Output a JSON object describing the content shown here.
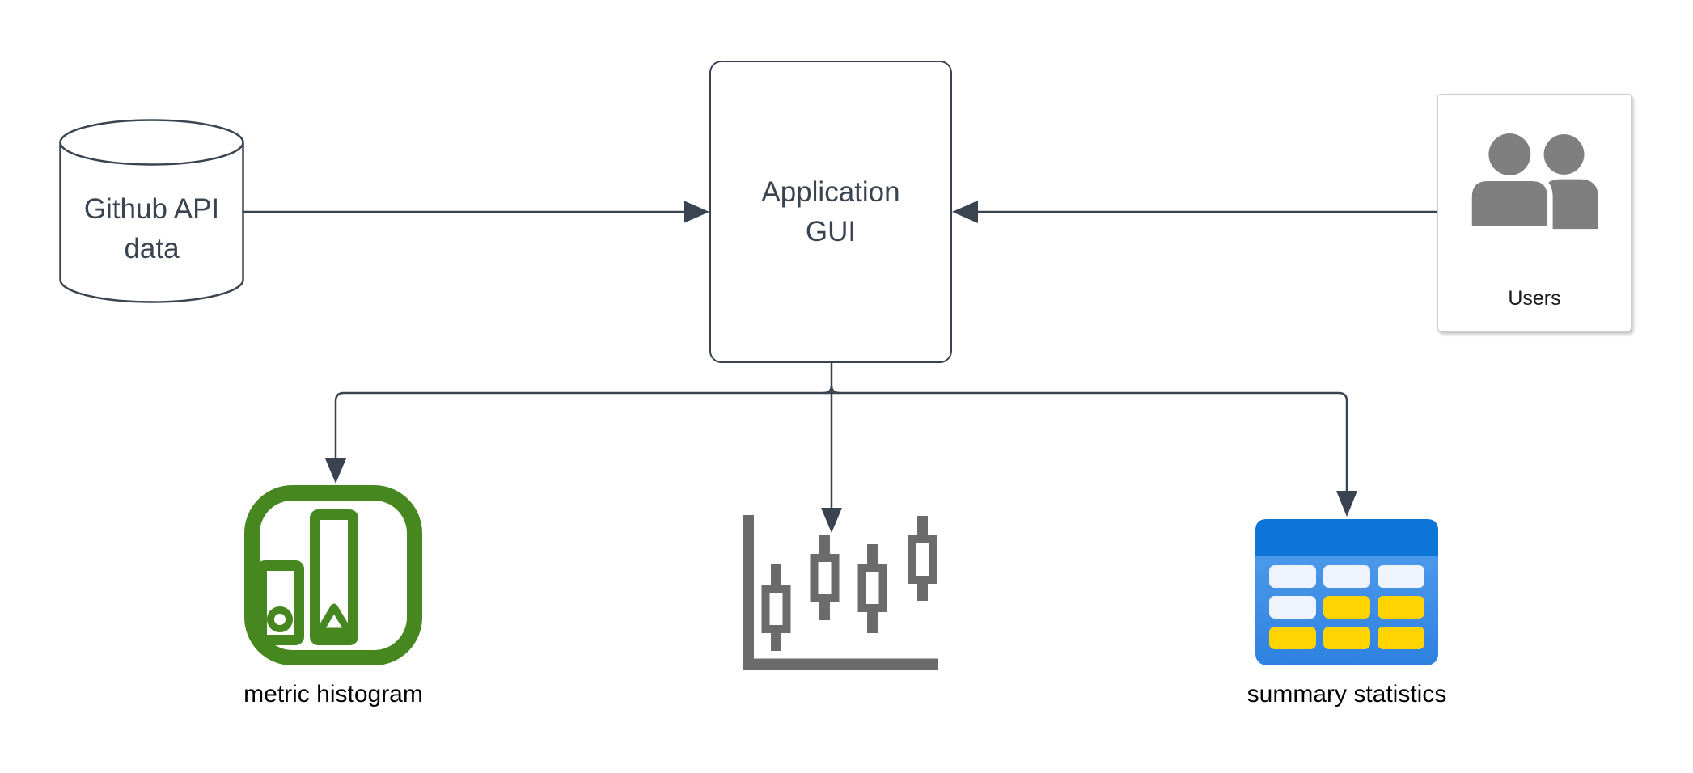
{
  "nodes": {
    "github_data": {
      "label": "Github API data",
      "shape": "database-cylinder"
    },
    "app_gui": {
      "label": "Application GUI",
      "shape": "rounded-rectangle"
    },
    "users": {
      "label": "Users",
      "icon": "users-icon"
    }
  },
  "outputs": {
    "metric_histogram": {
      "label": "metric histogram",
      "icon": "histogram-bars-icon"
    },
    "candlestick_chart": {
      "icon": "candlestick-chart-icon"
    },
    "summary_statistics": {
      "label": "summary statistics",
      "icon": "data-table-icon"
    }
  },
  "edges": [
    {
      "from": "github_data",
      "to": "app_gui"
    },
    {
      "from": "users",
      "to": "app_gui"
    },
    {
      "from": "app_gui",
      "to": "metric_histogram"
    },
    {
      "from": "app_gui",
      "to": "candlestick_chart"
    },
    {
      "from": "app_gui",
      "to": "summary_statistics"
    }
  ],
  "colors": {
    "line": "#3a4350",
    "node_text": "#3a4350",
    "label_text": "#000000",
    "histogram_green": "#46871f",
    "candle_gray": "#6b6b6b",
    "table_header_blue": "#0d74d8",
    "table_body_blue_top": "#56a1ee",
    "table_body_blue_bottom": "#2e81e0",
    "table_cell_white": "#eef3fc",
    "table_cell_yellow": "#ffd400",
    "users_gray": "#7f7f7f"
  }
}
